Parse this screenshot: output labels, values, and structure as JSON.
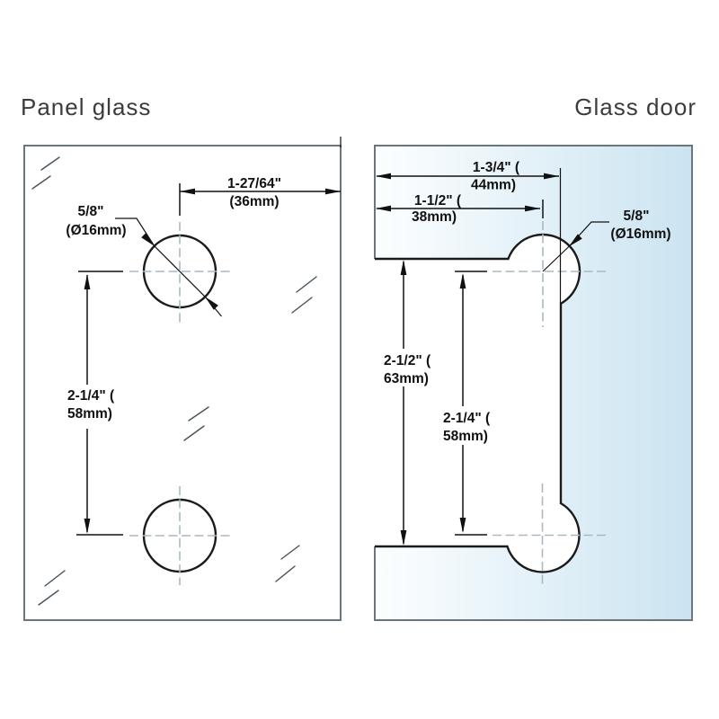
{
  "titles": {
    "left": "Panel glass",
    "right": "Glass door"
  },
  "panel_glass": {
    "width_dim": {
      "line1": "1-27/64\"",
      "line2": "(36mm)"
    },
    "hole_dim": {
      "line1": "5/8\"",
      "line2": "(Ø16mm)"
    },
    "height_dim": {
      "line1": "2-1/4\" (",
      "line2": "58mm)"
    }
  },
  "glass_door": {
    "top_width_dim": {
      "line1": "1-3/4\" (",
      "line2": "44mm)"
    },
    "mid_width_dim": {
      "line1": "1-1/2\" (",
      "line2": "38mm)"
    },
    "hole_dim": {
      "line1": "5/8\"",
      "line2": "(Ø16mm)"
    },
    "notch_height_dim": {
      "line1": "2-1/2\" (",
      "line2": "63mm)"
    },
    "hole_spacing_dim": {
      "line1": "2-1/4\" (",
      "line2": "58mm)"
    }
  },
  "colors": {
    "glass_blue": "#cbe4f1",
    "glass_white": "#fcfeff",
    "edge_gray": "#6b767c",
    "cut_black": "#1b1b1b",
    "dim_black": "#111111",
    "centerline_gray": "#aab9c1",
    "hatch_gray": "#46525a",
    "title_gray": "#3c3c3c"
  }
}
